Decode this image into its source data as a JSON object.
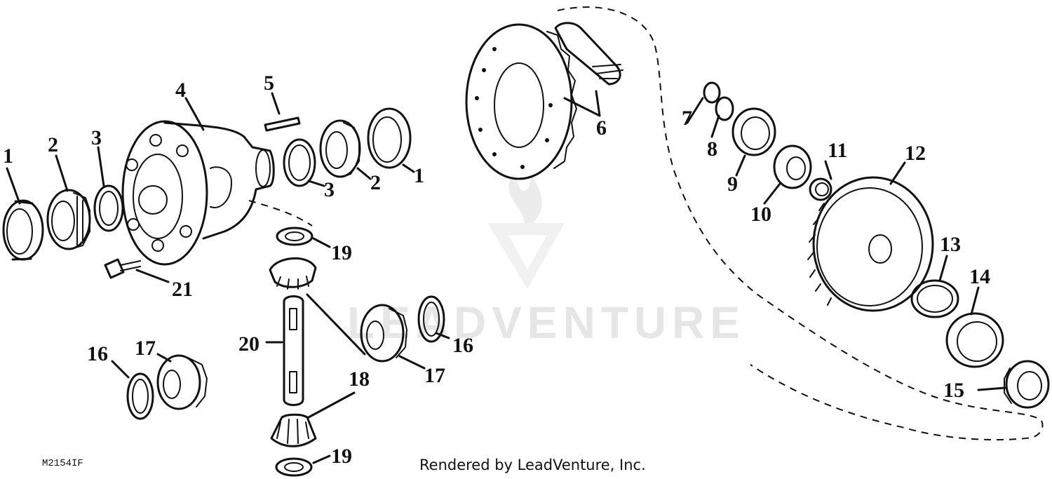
{
  "watermark": {
    "brand": "LEADVENTURE"
  },
  "drawing_id": "M2154IF",
  "credit": "Rendered by LeadVenture, Inc.",
  "callouts": {
    "c1a": "1",
    "c2a": "2",
    "c3a": "3",
    "c4": "4",
    "c5": "5",
    "c3b": "3",
    "c2b": "2",
    "c1b": "1",
    "c6": "6",
    "c7": "7",
    "c8": "8",
    "c9": "9",
    "c10": "10",
    "c11": "11",
    "c12": "12",
    "c13": "13",
    "c14": "14",
    "c15": "15",
    "c16a": "16",
    "c17a": "17",
    "c16b": "16",
    "c17b": "17",
    "c18": "18",
    "c19a": "19",
    "c19b": "19",
    "c20": "20",
    "c21": "21"
  }
}
